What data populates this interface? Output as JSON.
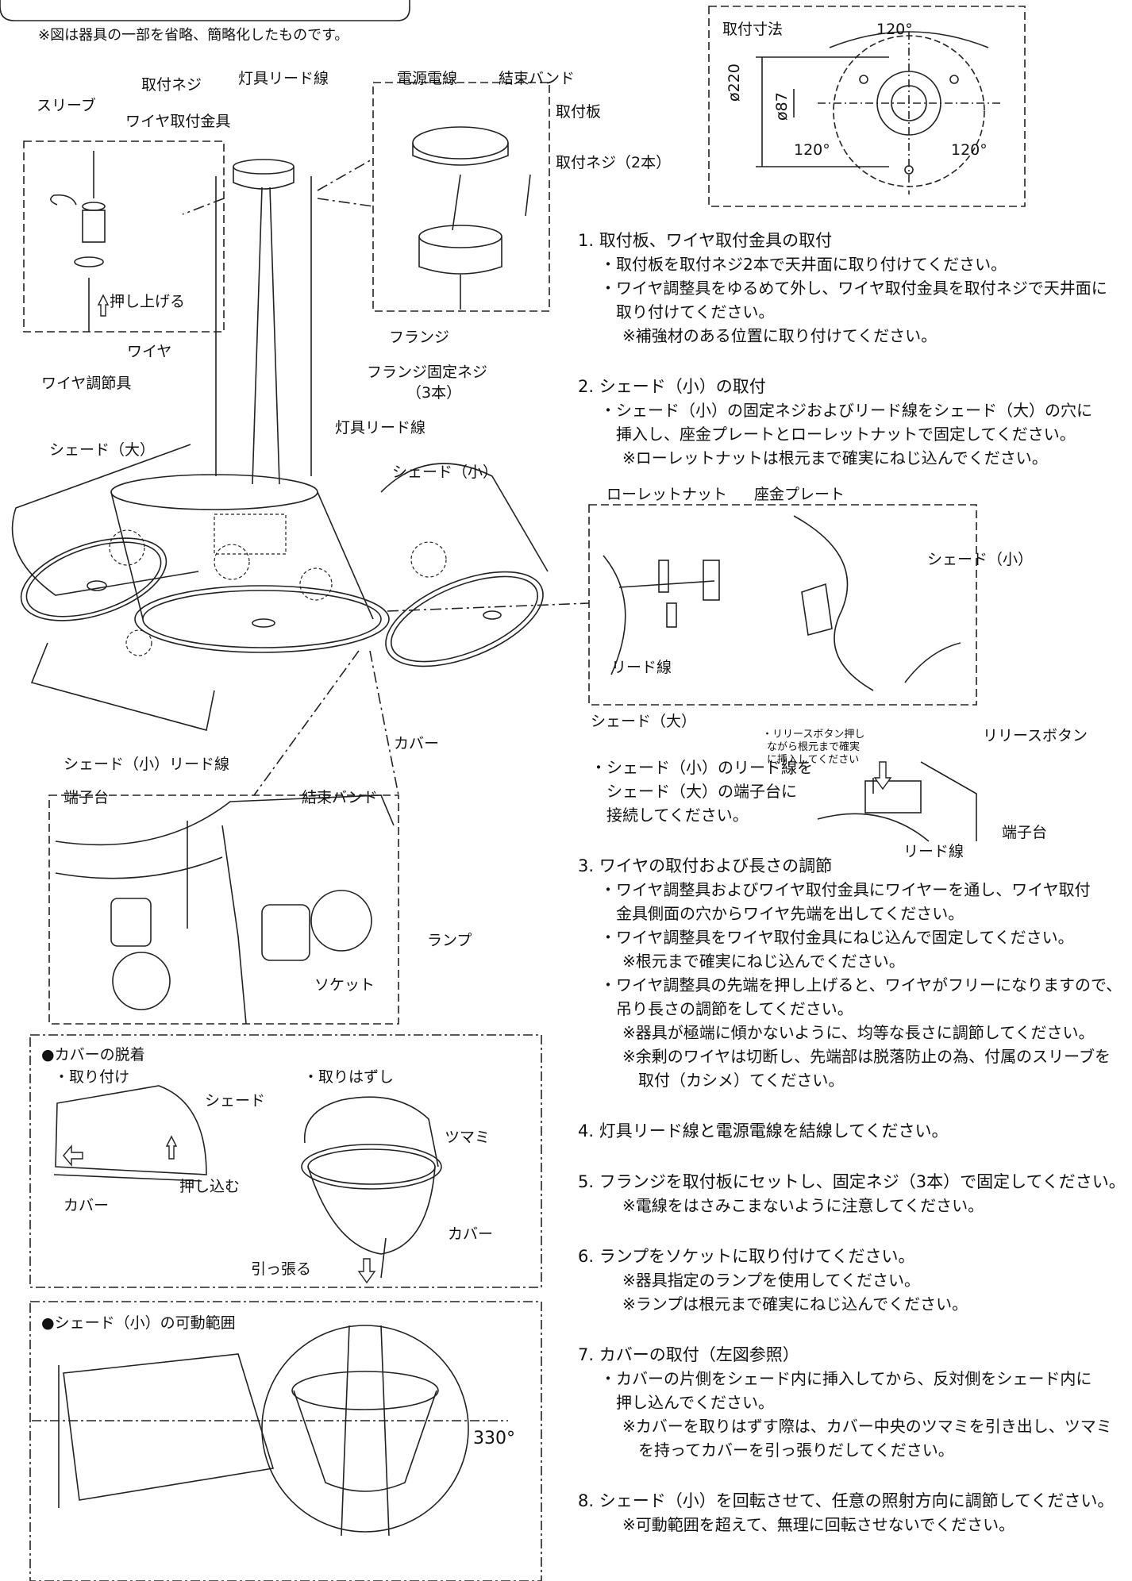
{
  "header_note": "※図は器具の一部を省略、簡略化したものです。",
  "parts": {
    "sleeve": "スリーブ",
    "screw": "取付ネジ",
    "wire_bracket": "ワイヤ取付金具",
    "lead_wire": "灯具リード線",
    "power_wire": "電源電線",
    "band": "結束バンド",
    "plate": "取付板",
    "screws2": "取付ネジ（2本）",
    "push_up": "押し上げる",
    "wire": "ワイヤ",
    "wire_adjuster": "ワイヤ調節具",
    "flange": "フランジ",
    "flange_screw": "フランジ固定ネジ",
    "flange_screw_qty": "（3本）",
    "lead_wire2": "灯具リード線",
    "shade_large": "シェード（大）",
    "shade_small": "シェード（小）",
    "cover": "カバー"
  },
  "mount_dims": {
    "title": "取付寸法",
    "angle_top": "120°",
    "angle_left": "120°",
    "angle_right": "120°",
    "d220": "ø220",
    "d87": "ø87"
  },
  "detail_shade": {
    "nut": "ローレットナット",
    "washer": "座金プレート",
    "shade_small": "シェード（小）",
    "lead": "リード線",
    "shade_large": "シェード（大）"
  },
  "terminal": {
    "release": "リリースボタン",
    "instruction1": "・リリースボタン押し",
    "instruction2": "ながら根元まで確実",
    "instruction3": "に挿入してください",
    "block": "端子台",
    "lead": "リード線"
  },
  "detail_lower": {
    "shade_lead": "シェード（小）リード線",
    "terminal": "端子台",
    "band": "結束バンド",
    "lamp": "ランプ",
    "socket": "ソケット"
  },
  "cover_box": {
    "title": "●カバーの脱着",
    "attach": "・取り付け",
    "remove": "・取りはずし",
    "shade": "シェード",
    "knob": "ツマミ",
    "cover_left": "カバー",
    "push_in": "押し込む",
    "pull": "引っ張る",
    "cover_right": "カバー"
  },
  "range_box": {
    "title": "●シェード（小）の可動範囲",
    "angle": "330°"
  },
  "steps": [
    {
      "title": "1. 取付板、ワイヤ取付金具の取付",
      "lines": [
        "・取付板を取付ネジ2本で天井面に取り付けてください。",
        "・ワイヤ調整具をゆるめて外し、ワイヤ取付金具を取付ネジで天井面に",
        "　取り付けてください。"
      ],
      "notes": [
        "※補強材のある位置に取り付けてください。"
      ]
    },
    {
      "title": "2. シェード（小）の取付",
      "lines": [
        "・シェード（小）の固定ネジおよびリード線をシェード（大）の穴に",
        "　挿入し、座金プレートとローレットナットで固定してください。"
      ],
      "notes": [
        "※ローレットナットは根元まで確実にねじ込んでください。"
      ]
    }
  ],
  "step2b": [
    "・シェード（小）のリード線を",
    "　シェード（大）の端子台に",
    "　接続してください。"
  ],
  "steps_lower": [
    {
      "title": "3. ワイヤの取付および長さの調節",
      "rows": [
        {
          "k": "line",
          "t": "・ワイヤ調整具およびワイヤ取付金具にワイヤーを通し、ワイヤ取付"
        },
        {
          "k": "line",
          "t": "　金具側面の穴からワイヤ先端を出してください。"
        },
        {
          "k": "line",
          "t": "・ワイヤ調整具をワイヤ取付金具にねじ込んで固定してください。"
        },
        {
          "k": "note",
          "t": "※根元まで確実にねじ込んでください。"
        },
        {
          "k": "line",
          "t": "・ワイヤ調整具の先端を押し上げると、ワイヤがフリーになりますので、"
        },
        {
          "k": "line",
          "t": "　吊り長さの調節をしてください。"
        },
        {
          "k": "note",
          "t": "※器具が極端に傾かないように、均等な長さに調節してください。"
        },
        {
          "k": "note",
          "t": "※余剰のワイヤは切断し、先端部は脱落防止の為、付属のスリーブを"
        },
        {
          "k": "note",
          "t": "　取付（カシメ）てください。"
        }
      ]
    },
    {
      "title": "4. 灯具リード線と電源電線を結線してください。",
      "rows": []
    },
    {
      "title": "5. フランジを取付板にセットし、固定ネジ（3本）で固定してください。",
      "rows": [
        {
          "k": "note",
          "t": "※電線をはさみこまないように注意してください。"
        }
      ]
    },
    {
      "title": "6. ランプをソケットに取り付けてください。",
      "rows": [
        {
          "k": "note",
          "t": "※器具指定のランプを使用してください。"
        },
        {
          "k": "note",
          "t": "※ランプは根元まで確実にねじ込んでください。"
        }
      ]
    },
    {
      "title": "7. カバーの取付（左図参照）",
      "rows": [
        {
          "k": "line",
          "t": "・カバーの片側をシェード内に挿入してから、反対側をシェード内に"
        },
        {
          "k": "line",
          "t": "　押し込んでください。"
        },
        {
          "k": "note",
          "t": "※カバーを取りはずす際は、カバー中央のツマミを引き出し、ツマミ"
        },
        {
          "k": "note",
          "t": "　を持ってカバーを引っ張りだしてください。"
        }
      ]
    },
    {
      "title": "8. シェード（小）を回転させて、任意の照射方向に調節してください。",
      "rows": [
        {
          "k": "note",
          "t": "※可動範囲を超えて、無理に回転させないでください。"
        }
      ]
    }
  ]
}
